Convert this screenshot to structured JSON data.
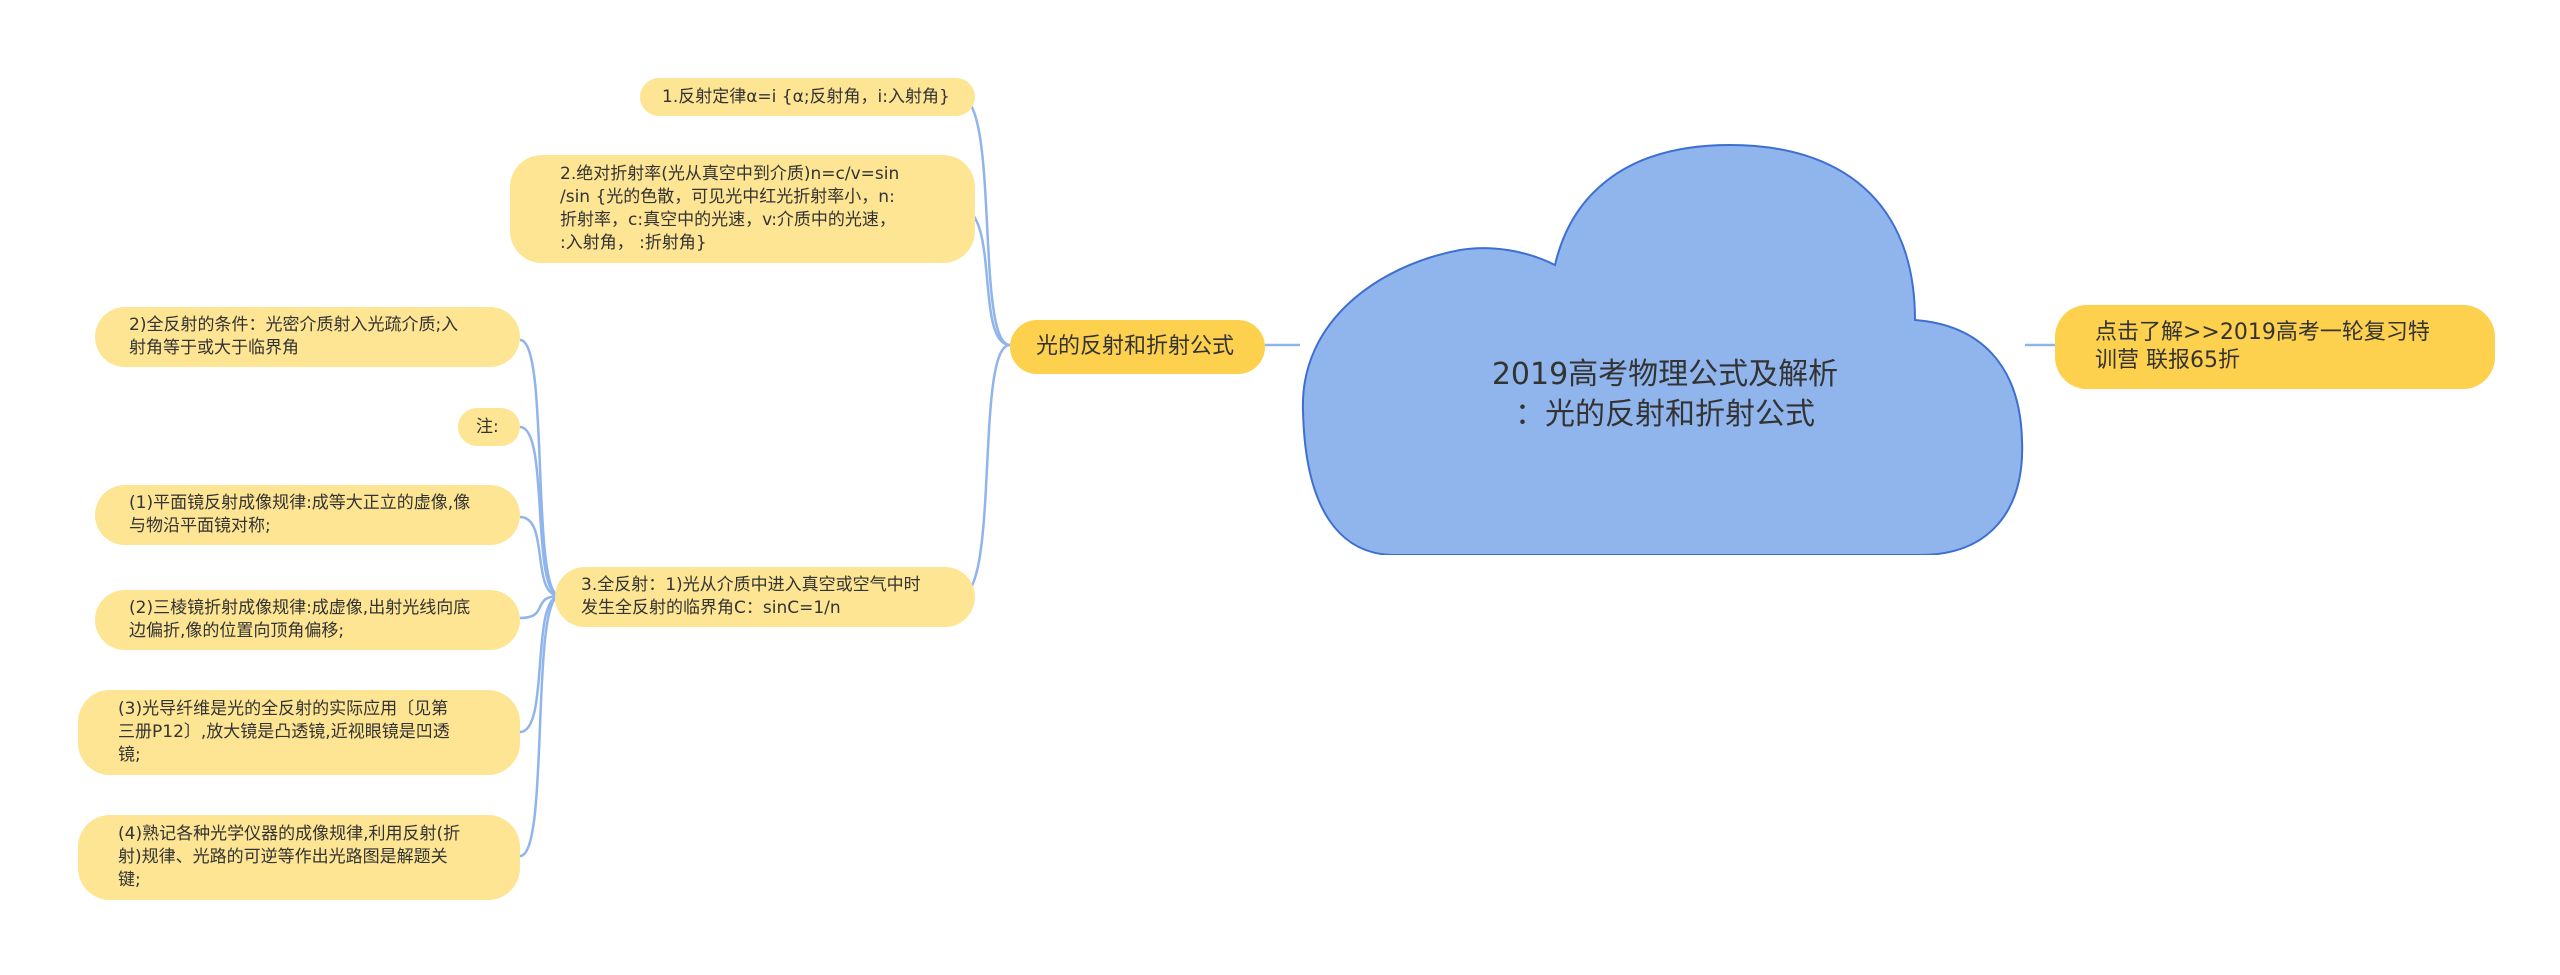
{
  "root": {
    "title": "2019高考物理公式及解析\n：光的反射和折射公式"
  },
  "side_link": {
    "label": "点击了解>>2019高考一轮复习特\n训营 联报65折"
  },
  "branch": {
    "label": "光的反射和折射公式",
    "children": [
      {
        "label": "1.反射定律α=i {α;反射角，i:入射角}"
      },
      {
        "label": "2.绝对折射率(光从真空中到介质)n=c/v=sin\n/sin {光的色散，可见光中红光折射率小，n:\n折射率，c:真空中的光速，v:介质中的光速，\n:入射角，  :折射角}"
      },
      {
        "label": "3.全反射：1)光从介质中进入真空或空气中时\n发生全反射的临界角C：sinC=1/n",
        "children": [
          {
            "label": "2)全反射的条件：光密介质射入光疏介质;入\n射角等于或大于临界角"
          },
          {
            "label": "注:"
          },
          {
            "label": "(1)平面镜反射成像规律:成等大正立的虚像,像\n与物沿平面镜对称;"
          },
          {
            "label": "(2)三棱镜折射成像规律:成虚像,出射光线向底\n边偏折,像的位置向顶角偏移;"
          },
          {
            "label": "(3)光导纤维是光的全反射的实际应用〔见第\n三册P12〕,放大镜是凸透镜,近视眼镜是凹透\n镜;"
          },
          {
            "label": "(4)熟记各种光学仪器的成像规律,利用反射(折\n射)规律、光路的可逆等作出光路图是解题关\n键;"
          }
        ]
      }
    ]
  },
  "colors": {
    "cloud_fill": "#90b4ec",
    "cloud_stroke": "#3d6fd1",
    "node_light": "#fde594",
    "node_main": "#fdd04e",
    "link": "#90b4ec"
  }
}
